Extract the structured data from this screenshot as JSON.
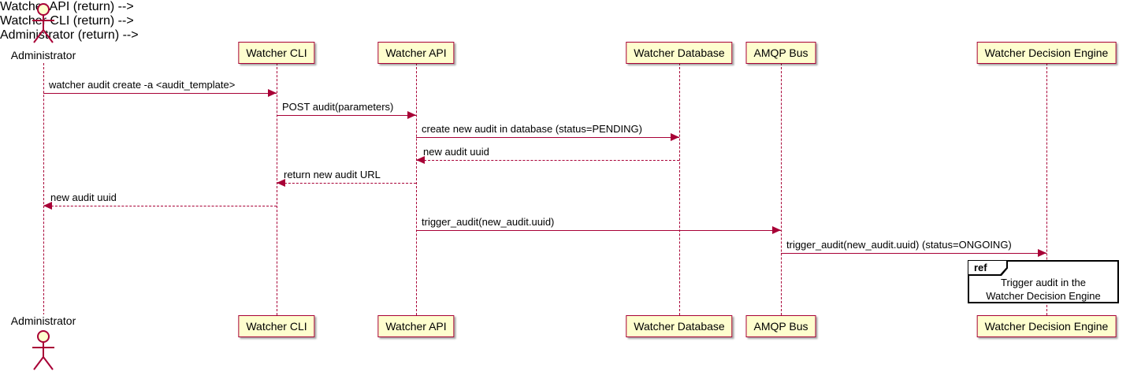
{
  "diagram": {
    "actor": {
      "label": "Administrator"
    },
    "participants": [
      {
        "label": "Watcher CLI"
      },
      {
        "label": "Watcher API"
      },
      {
        "label": "Watcher Database"
      },
      {
        "label": "AMQP Bus"
      },
      {
        "label": "Watcher Decision Engine"
      }
    ],
    "messages": [
      {
        "label": "watcher audit create -a <audit_template>",
        "from": "Administrator",
        "to": "Watcher CLI",
        "line": "solid"
      },
      {
        "label": "POST audit(parameters)",
        "from": "Watcher CLI",
        "to": "Watcher API",
        "line": "solid"
      },
      {
        "label": "create new audit in database (status=PENDING)",
        "from": "Watcher API",
        "to": "Watcher Database",
        "line": "solid"
      },
      {
        "label": "new audit uuid",
        "from": "Watcher Database",
        "to": "Watcher API",
        "line": "dashed"
      },
      {
        "label": "return new audit URL",
        "from": "Watcher API",
        "to": "Watcher CLI",
        "line": "dashed"
      },
      {
        "label": "new audit uuid",
        "from": "Watcher CLI",
        "to": "Administrator",
        "line": "dashed"
      },
      {
        "label": "trigger_audit(new_audit.uuid)",
        "from": "Watcher API",
        "to": "AMQP Bus",
        "line": "solid"
      },
      {
        "label": "trigger_audit(new_audit.uuid) (status=ONGOING)",
        "from": "AMQP Bus",
        "to": "Watcher Decision Engine",
        "line": "solid"
      }
    ],
    "ref": {
      "keyword": "ref",
      "text_line1": "Trigger audit in the",
      "text_line2": "Watcher Decision Engine"
    },
    "colors": {
      "participant_fill": "#FEFECE",
      "stroke": "#A80036",
      "text": "#000000"
    }
  }
}
